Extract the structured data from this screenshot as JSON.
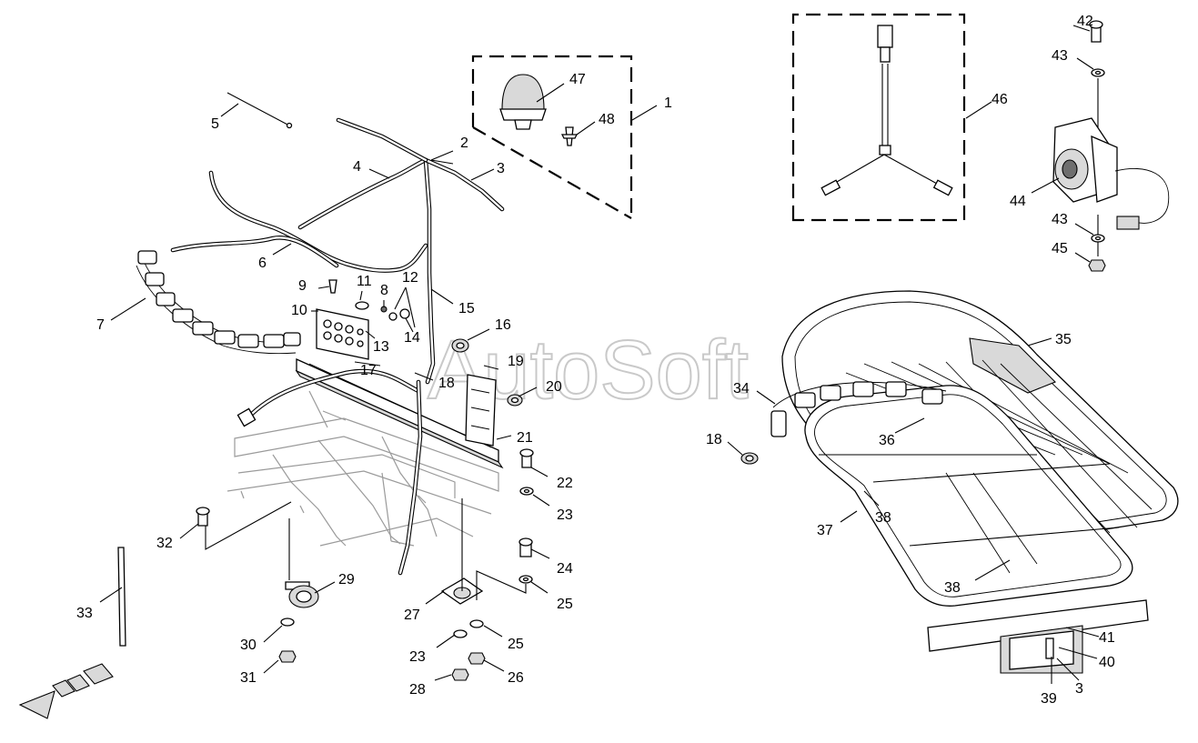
{
  "watermark": "AutoSoft",
  "callouts": [
    {
      "id": "c1",
      "text": "1"
    },
    {
      "id": "c2",
      "text": "2"
    },
    {
      "id": "c3",
      "text": "3"
    },
    {
      "id": "c4",
      "text": "4"
    },
    {
      "id": "c5",
      "text": "5"
    },
    {
      "id": "c6",
      "text": "6"
    },
    {
      "id": "c7",
      "text": "7"
    },
    {
      "id": "c8",
      "text": "8"
    },
    {
      "id": "c9",
      "text": "9"
    },
    {
      "id": "c10",
      "text": "10"
    },
    {
      "id": "c11",
      "text": "11"
    },
    {
      "id": "c12",
      "text": "12"
    },
    {
      "id": "c13",
      "text": "13"
    },
    {
      "id": "c14",
      "text": "14"
    },
    {
      "id": "c15",
      "text": "15"
    },
    {
      "id": "c16",
      "text": "16"
    },
    {
      "id": "c17",
      "text": "17"
    },
    {
      "id": "c18a",
      "text": "18"
    },
    {
      "id": "c19",
      "text": "19"
    },
    {
      "id": "c20",
      "text": "20"
    },
    {
      "id": "c21",
      "text": "21"
    },
    {
      "id": "c22",
      "text": "22"
    },
    {
      "id": "c23a",
      "text": "23"
    },
    {
      "id": "c24",
      "text": "24"
    },
    {
      "id": "c25a",
      "text": "25"
    },
    {
      "id": "c27",
      "text": "27"
    },
    {
      "id": "c25b",
      "text": "25"
    },
    {
      "id": "c23b",
      "text": "23"
    },
    {
      "id": "c26",
      "text": "26"
    },
    {
      "id": "c28",
      "text": "28"
    },
    {
      "id": "c29",
      "text": "29"
    },
    {
      "id": "c30",
      "text": "30"
    },
    {
      "id": "c31",
      "text": "31"
    },
    {
      "id": "c32",
      "text": "32"
    },
    {
      "id": "c33",
      "text": "33"
    },
    {
      "id": "c47",
      "text": "47"
    },
    {
      "id": "c48",
      "text": "48"
    },
    {
      "id": "c46",
      "text": "46"
    },
    {
      "id": "c42",
      "text": "42"
    },
    {
      "id": "c43a",
      "text": "43"
    },
    {
      "id": "c44",
      "text": "44"
    },
    {
      "id": "c43b",
      "text": "43"
    },
    {
      "id": "c45",
      "text": "45"
    },
    {
      "id": "c35",
      "text": "35"
    },
    {
      "id": "c34",
      "text": "34"
    },
    {
      "id": "c18b",
      "text": "18"
    },
    {
      "id": "c36",
      "text": "36"
    },
    {
      "id": "c37",
      "text": "37"
    },
    {
      "id": "c38a",
      "text": "38"
    },
    {
      "id": "c38b",
      "text": "38"
    },
    {
      "id": "c41",
      "text": "41"
    },
    {
      "id": "c40",
      "text": "40"
    },
    {
      "id": "c39",
      "text": "39"
    },
    {
      "id": "c3b",
      "text": "3"
    }
  ]
}
